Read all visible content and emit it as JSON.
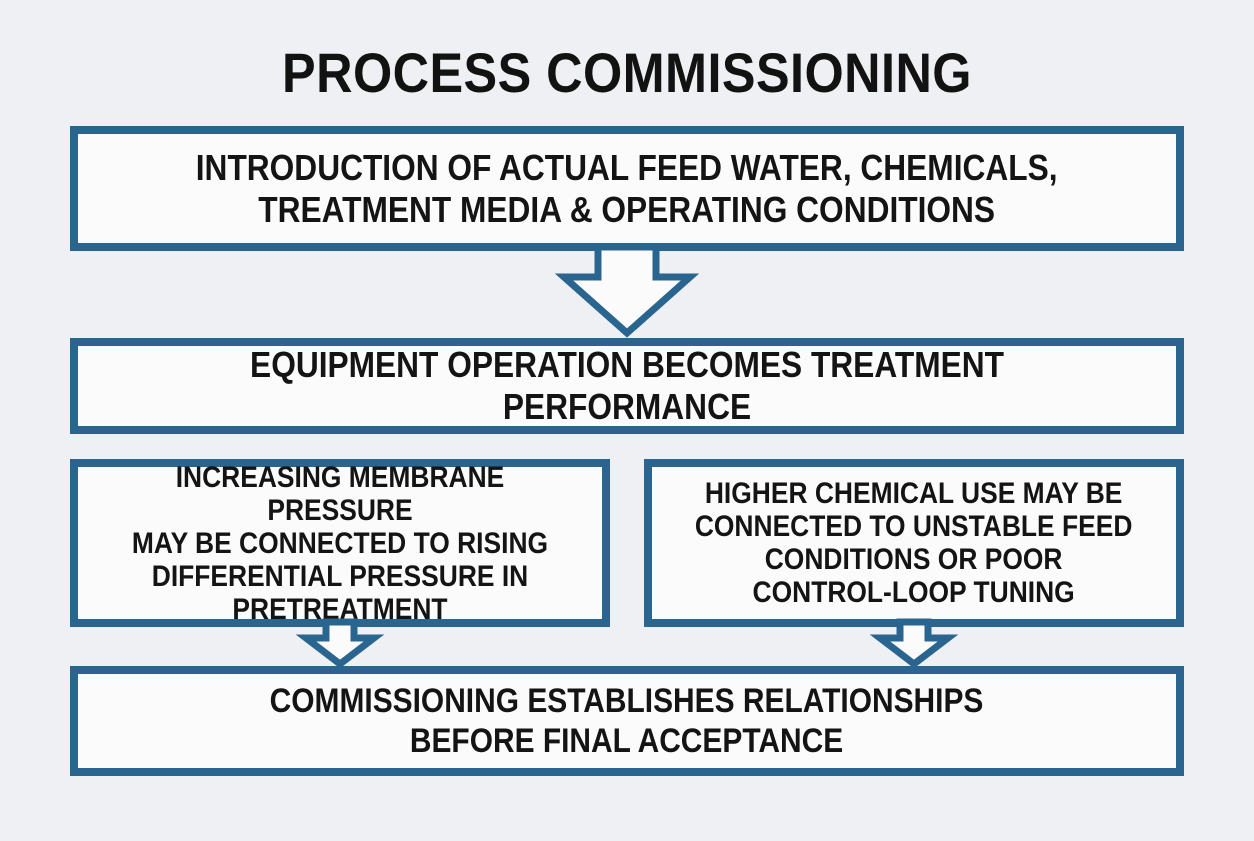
{
  "diagram": {
    "title": "PROCESS COMMISSIONING",
    "boxes": [
      {
        "text": "INTRODUCTION OF ACTUAL FEED WATER, CHEMICALS,\nTREATMENT MEDIA & OPERATING CONDITIONS"
      },
      {
        "text": "EQUIPMENT OPERATION BECOMES TREATMENT PERFORMANCE"
      },
      {
        "text": "INCREASING MEMBRANE PRESSURE\nMAY BE CONNECTED TO RISING\nDIFFERENTIAL PRESSURE IN\nPRETREATMENT"
      },
      {
        "text": "HIGHER CHEMICAL USE MAY BE\nCONNECTED TO UNSTABLE FEED\nCONDITIONS OR POOR\nCONTROL-LOOP TUNING"
      },
      {
        "text": "COMMISSIONING ESTABLISHES RELATIONSHIPS\nBEFORE FINAL ACCEPTANCE"
      }
    ],
    "colors": {
      "border": "#2a6590",
      "background": "#eef0f3",
      "box_fill": "#fbfbfc",
      "text": "#141414"
    }
  }
}
